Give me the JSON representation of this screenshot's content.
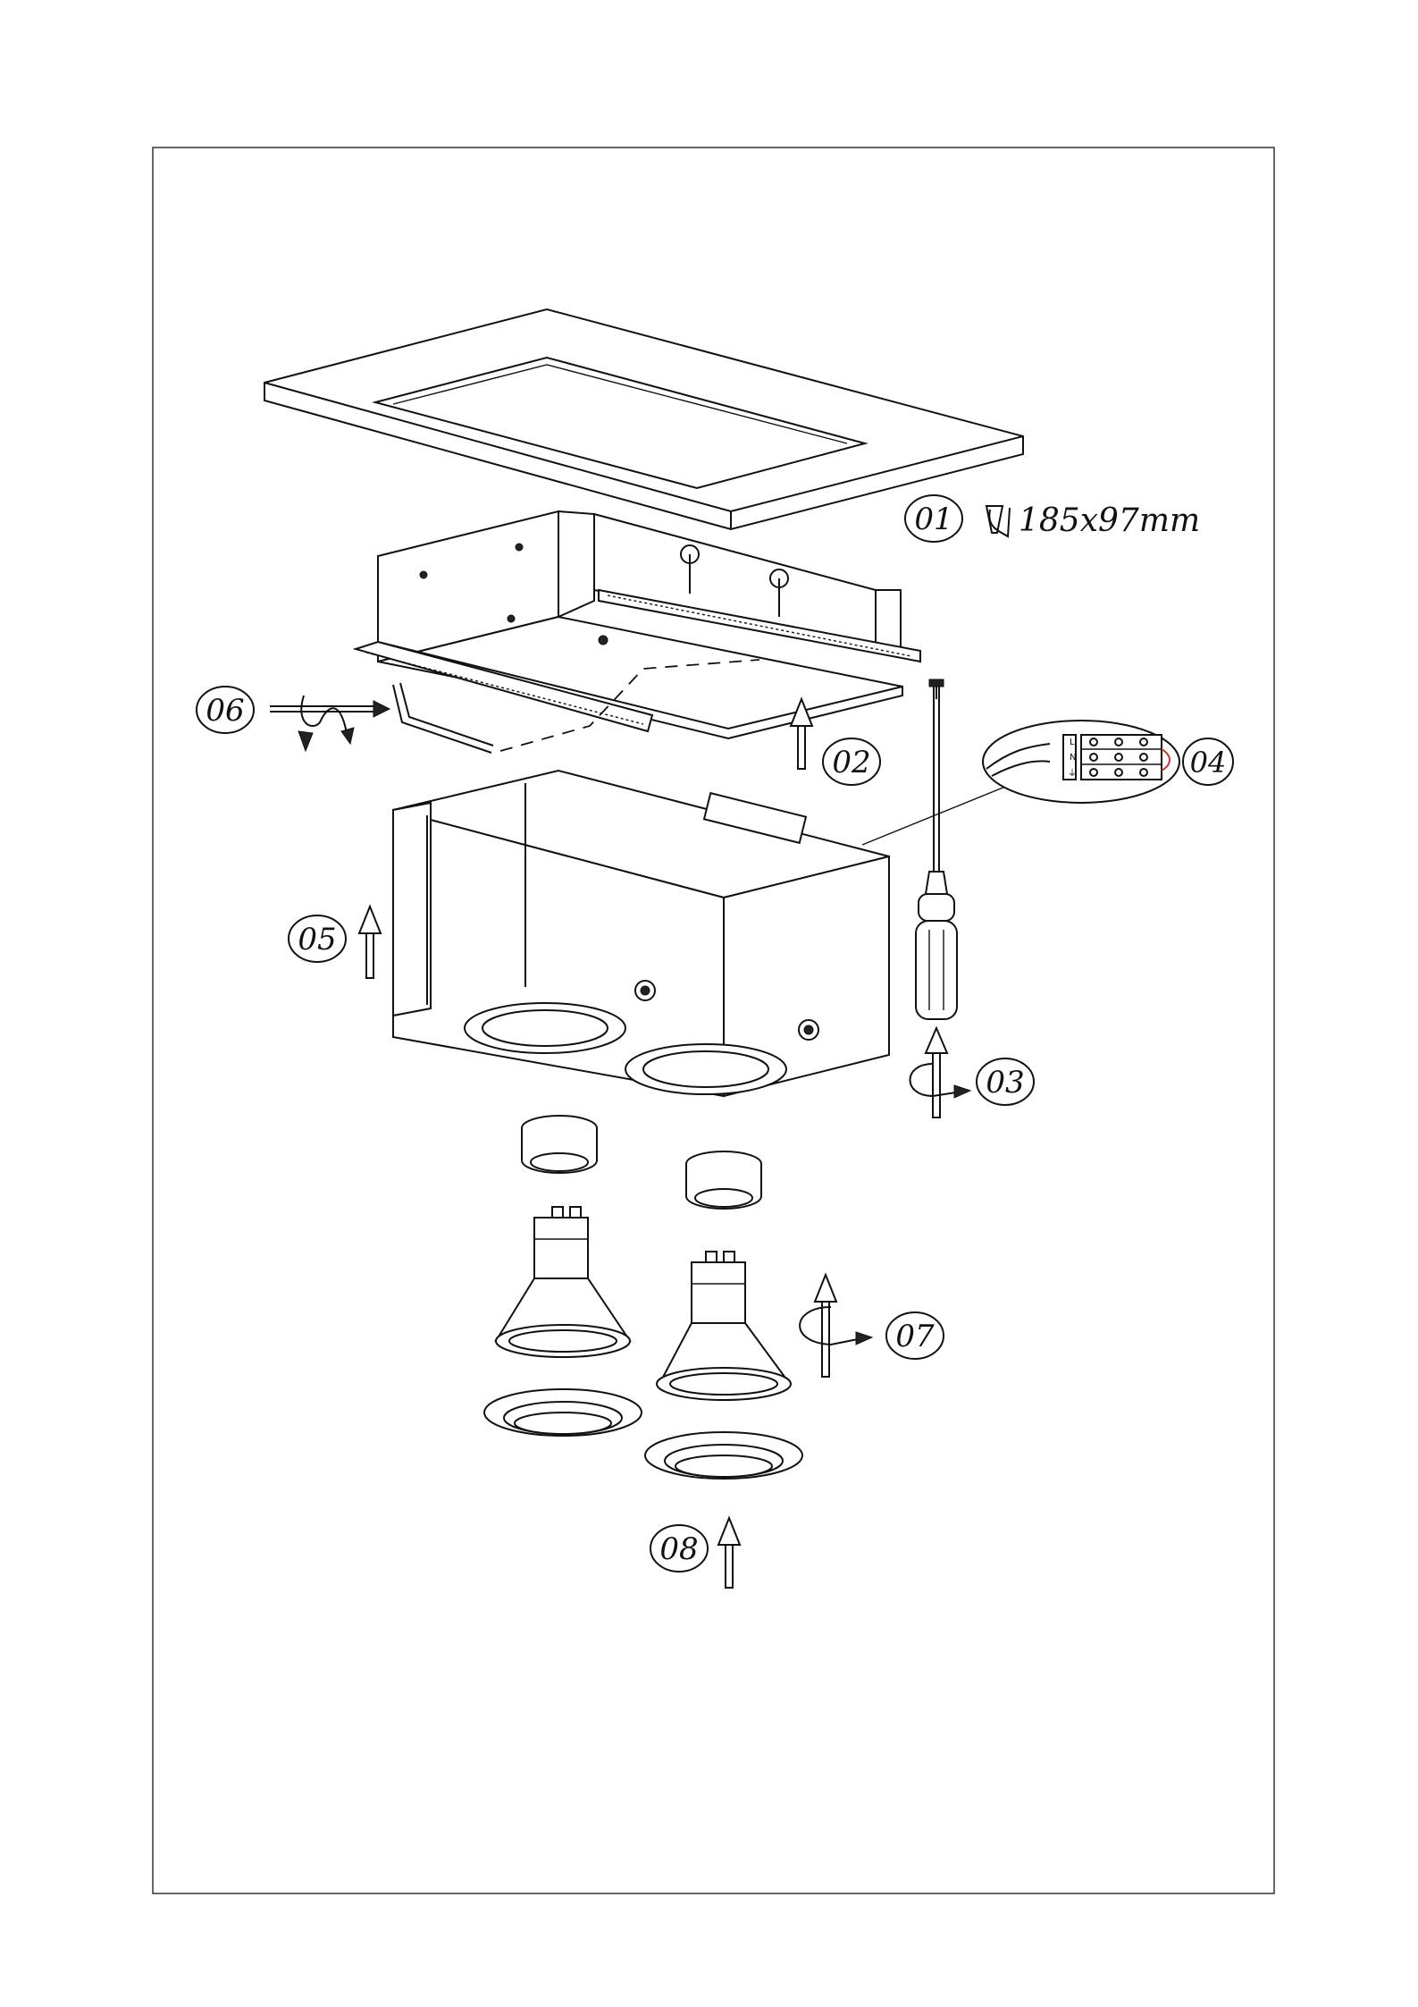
{
  "steps": [
    {
      "id": "01",
      "label": "01"
    },
    {
      "id": "02",
      "label": "02"
    },
    {
      "id": "03",
      "label": "03"
    },
    {
      "id": "04",
      "label": "04"
    },
    {
      "id": "05",
      "label": "05"
    },
    {
      "id": "06",
      "label": "06"
    },
    {
      "id": "07",
      "label": "07"
    },
    {
      "id": "08",
      "label": "08"
    }
  ],
  "cutout": {
    "icon": "cutout-drill-icon",
    "text": "185x97mm"
  },
  "terminal_block": {
    "marks": [
      "L",
      "N",
      "⏚"
    ]
  }
}
